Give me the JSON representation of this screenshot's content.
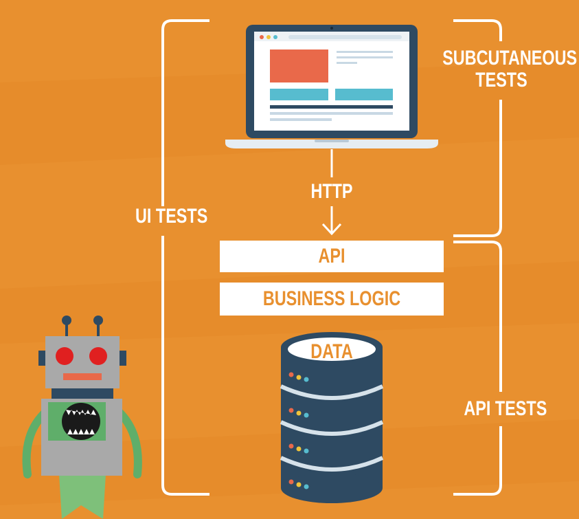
{
  "labels": {
    "ui_tests": "UI TESTS",
    "subcutaneous_line1": "SUBCUTANEOUS",
    "subcutaneous_line2": "TESTS",
    "http": "HTTP",
    "api": "API",
    "business_logic": "BUSINESS LOGIC",
    "data": "DATA",
    "api_tests": "API TESTS"
  },
  "icons": [
    "laptop-icon",
    "database-icon",
    "robot-icon",
    "down-arrow-icon"
  ],
  "colors": {
    "background": "#e8902f",
    "text_white": "#ffffff",
    "box_text": "#e8902f",
    "laptop_frame": "#2e4a62",
    "db_dark": "#2e4a62",
    "db_light": "#d6e2ea",
    "accent_red": "#e9694a",
    "accent_teal": "#57bccf"
  }
}
